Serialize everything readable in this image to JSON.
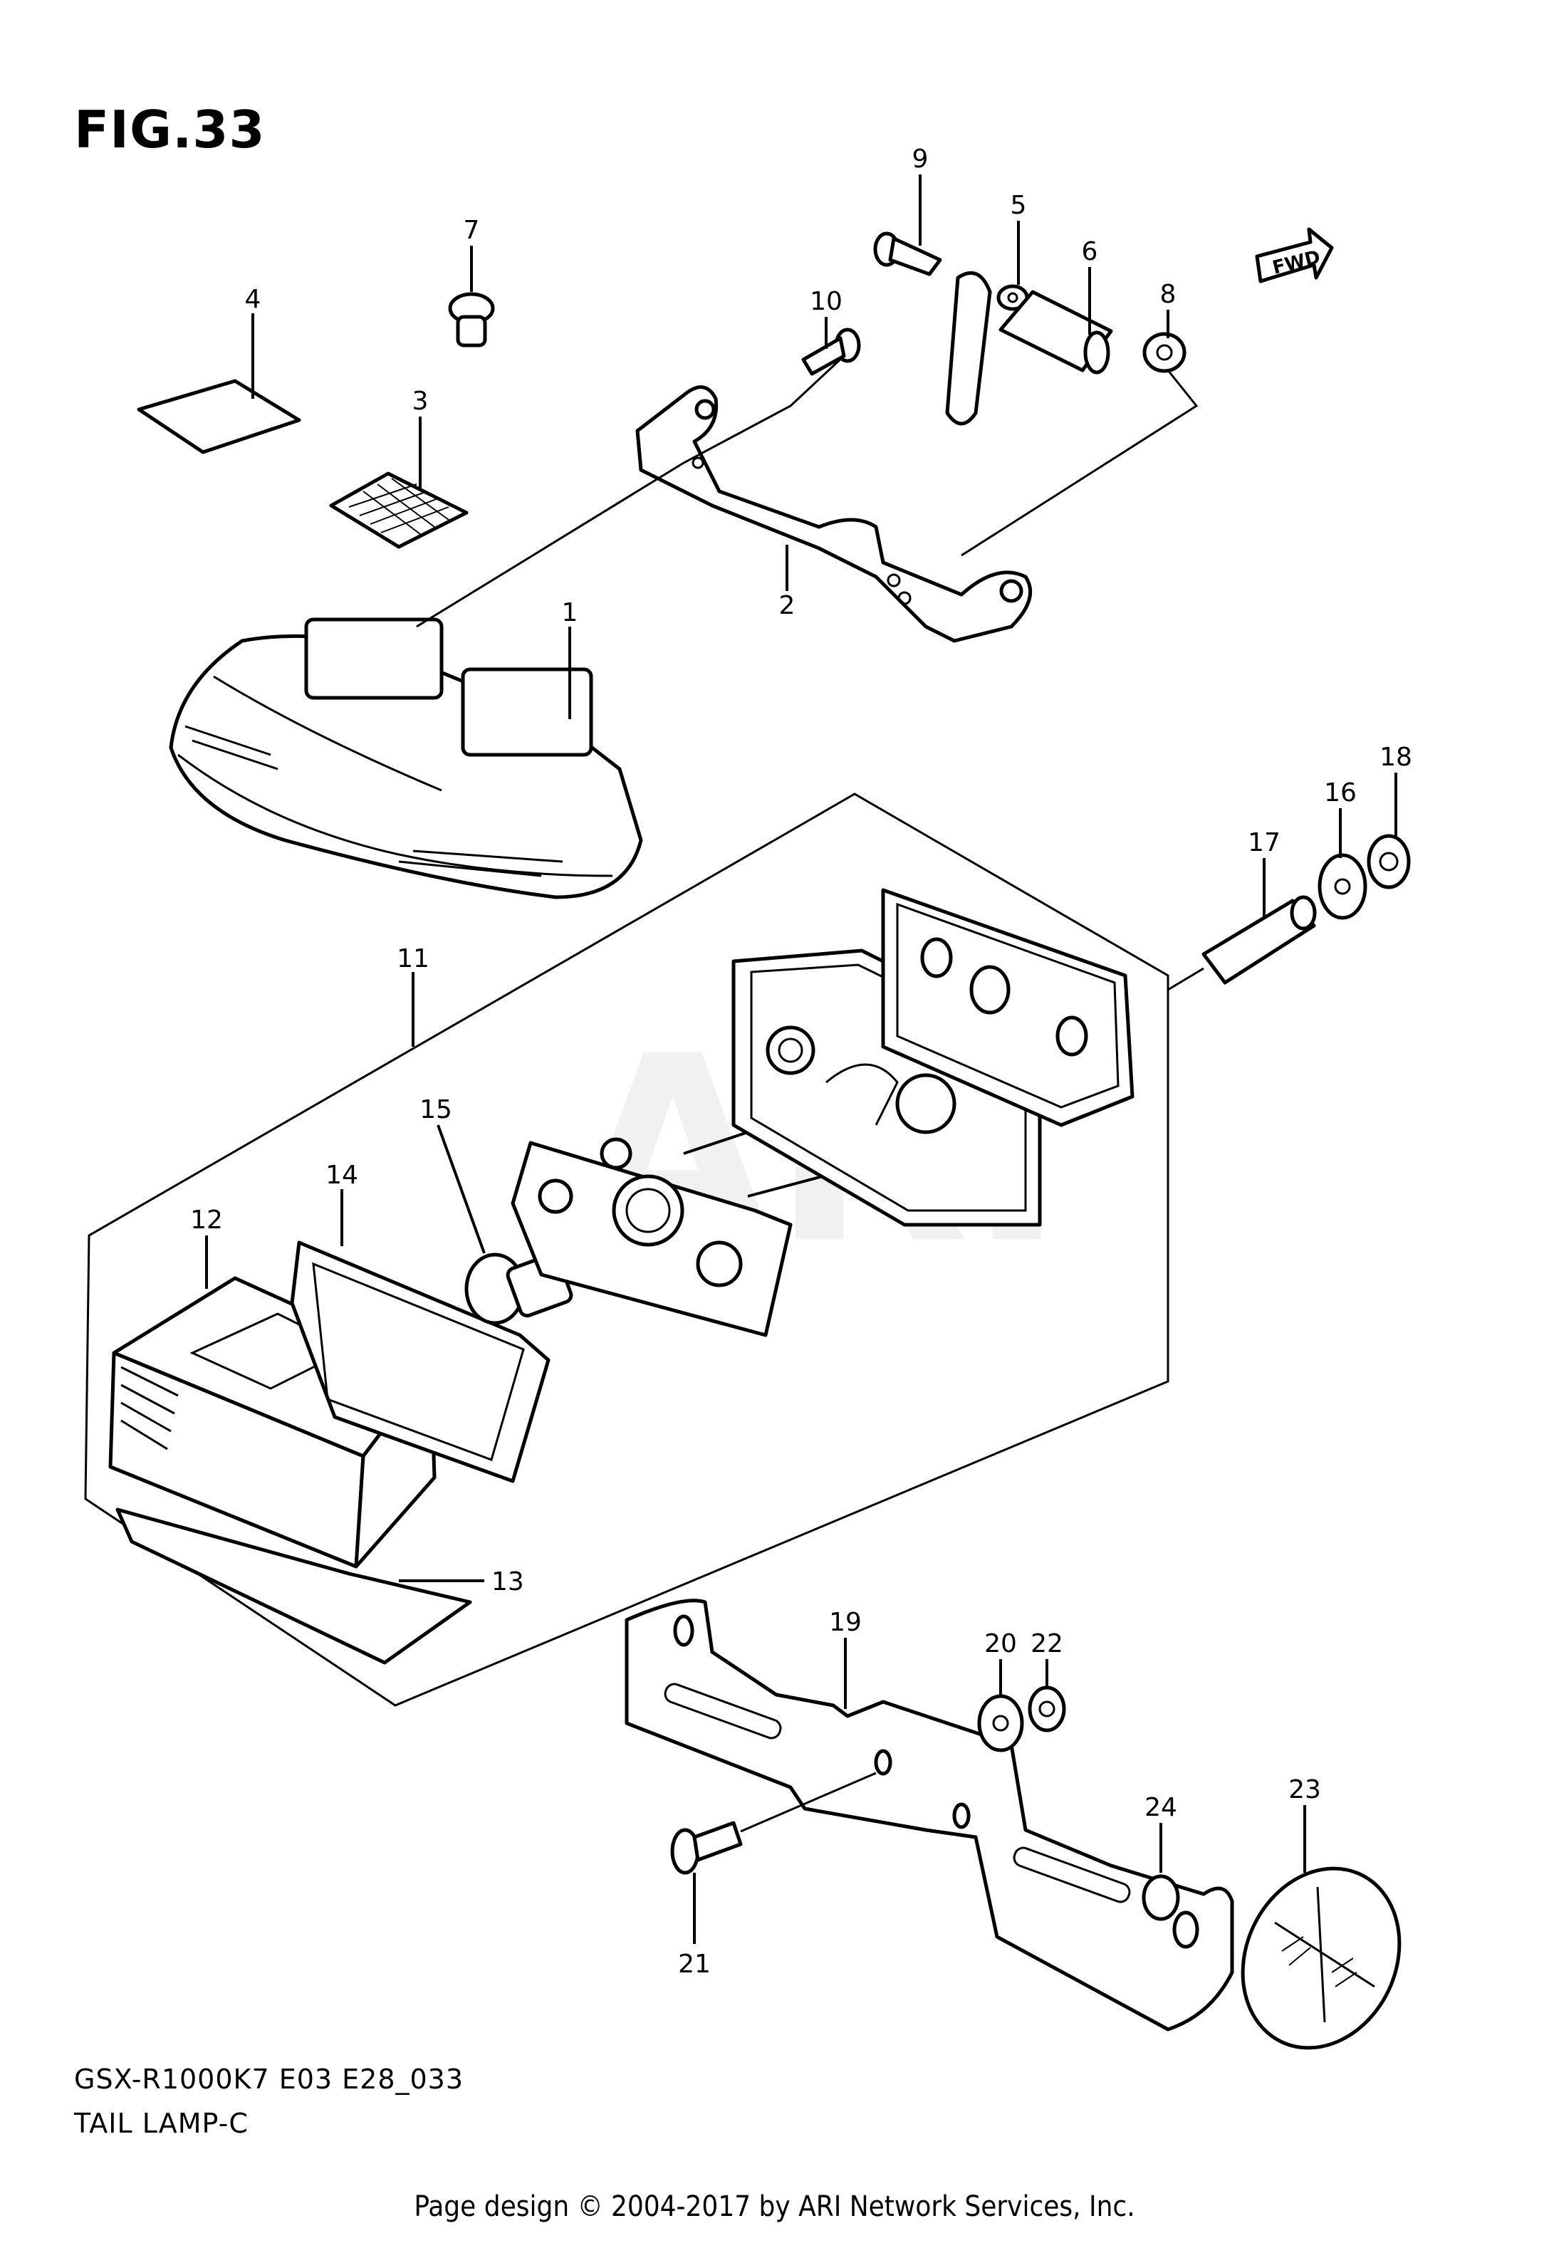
{
  "figure": {
    "title": "FIG.33"
  },
  "fwd_label": "FWD",
  "watermark": "ARI",
  "callouts": {
    "c1": "1",
    "c2": "2",
    "c3": "3",
    "c4": "4",
    "c5": "5",
    "c6": "6",
    "c7": "7",
    "c8": "8",
    "c9": "9",
    "c10": "10",
    "c11": "11",
    "c12": "12",
    "c13": "13",
    "c14": "14",
    "c15": "15",
    "c16": "16",
    "c17": "17",
    "c18": "18",
    "c19": "19",
    "c20": "20",
    "c21": "21",
    "c22": "22",
    "c23": "23",
    "c24": "24"
  },
  "caption": {
    "model": "GSX-R1000K7 E03 E28_033",
    "name": "TAIL LAMP-C"
  },
  "footer": "Page design © 2004-2017 by ARI Network Services, Inc."
}
